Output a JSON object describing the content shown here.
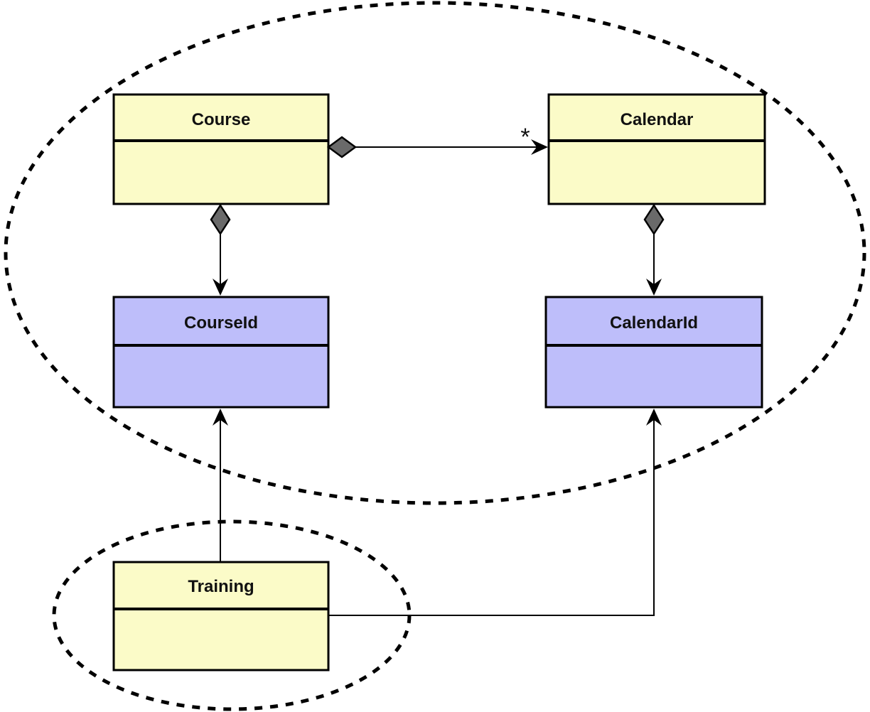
{
  "diagram_title": "Course-Calendar-Training UML class diagram",
  "nodes": {
    "course": {
      "label": "Course",
      "kind": "class"
    },
    "calendar": {
      "label": "Calendar",
      "kind": "class"
    },
    "course_id": {
      "label": "CourseId",
      "kind": "class"
    },
    "calendar_id": {
      "label": "CalendarId",
      "kind": "class"
    },
    "training": {
      "label": "Training",
      "kind": "class"
    }
  },
  "edges": {
    "course_calendar": {
      "from": "Course",
      "to": "Calendar",
      "type": "aggregation-arrow",
      "multiplicity": "*"
    },
    "course_courseid": {
      "from": "Course",
      "to": "CourseId",
      "type": "aggregation-arrow",
      "multiplicity": ""
    },
    "calendar_calendarid": {
      "from": "Calendar",
      "to": "CalendarId",
      "type": "aggregation-arrow",
      "multiplicity": ""
    },
    "training_courseid": {
      "from": "Training",
      "to": "CourseId",
      "type": "arrow",
      "multiplicity": ""
    },
    "training_calendarid": {
      "from": "Training",
      "to": "CalendarId",
      "type": "arrow",
      "multiplicity": ""
    }
  },
  "boundaries": {
    "large": {
      "contains": "Course, Calendar, CourseId, CalendarId",
      "style": "dotted-ellipse"
    },
    "small": {
      "contains": "Training",
      "style": "dotted-ellipse"
    }
  },
  "colors": {
    "entity_fill": "#FBFBC8",
    "value_fill": "#BEBEFA",
    "diamond_fill": "#6A6A6A",
    "line": "#000000",
    "background": "#FFFFFF"
  }
}
